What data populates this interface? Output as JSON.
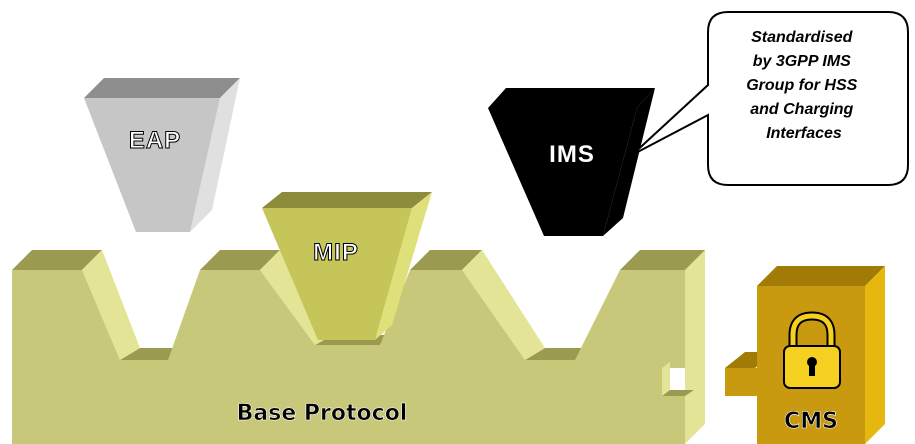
{
  "labels": {
    "eap": "EAP",
    "mip": "MIP",
    "ims": "IMS",
    "base_protocol": "Base Protocol",
    "cms": "CMS"
  },
  "callout": {
    "lines": [
      "Standardised",
      "by 3GPP IMS",
      "Group for HSS",
      "and Charging",
      "Interfaces"
    ]
  },
  "colors": {
    "base_front": "#c8c87a",
    "base_top": "#9a9a50",
    "base_side": "#e4e496",
    "mip_front": "#c5c55a",
    "mip_top": "#8c8c3c",
    "eap_front": "#c6c6c6",
    "eap_top": "#8e8e8e",
    "eap_side": "#e0e0e0",
    "ims_front": "#000000",
    "cms_front": "#c99a10",
    "cms_top": "#a27a06",
    "cms_side": "#e6b70e",
    "lock_body": "#f5d020"
  },
  "icons": {
    "lock": "padlock-icon"
  }
}
